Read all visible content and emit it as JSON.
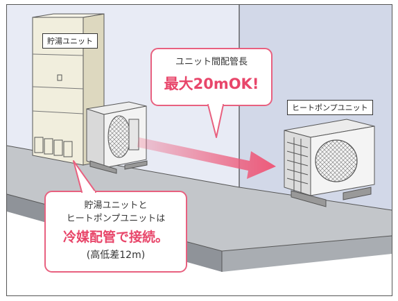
{
  "labels": {
    "tank_unit": "貯湯ユニット",
    "heat_pump_unit": "ヒートポンプユニット"
  },
  "callout_top": {
    "line1": "ユニット間配管長",
    "line2": "最大20mOK!"
  },
  "callout_bottom": {
    "line1": "貯湯ユニットと",
    "line2": "ヒートポンプユニットは",
    "line3": "冷媒配管で接続。",
    "line4": "(高低差12m)"
  },
  "colors": {
    "accent": "#e8466a",
    "callout_border": "#e8607f",
    "arrow": "#ee5a7a",
    "wall_left": "#e6e9f4",
    "wall_right": "#cfd5e6",
    "floor": "#bfc2c6"
  }
}
